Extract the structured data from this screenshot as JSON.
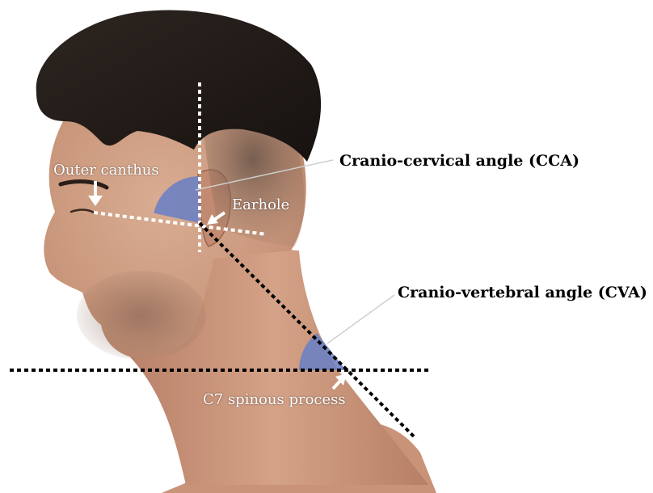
{
  "labels": {
    "outer_canthus": "Outer canthus",
    "earhole": "Earhole",
    "cca": "Cranio-cervical angle (CCA)",
    "cva": "Cranio-vertebral angle (CVA)",
    "c7": "C7 spinous process"
  },
  "colors": {
    "angle_fill": "#6b7fc4",
    "guide_white": "#ffffff",
    "guide_black": "#000000",
    "leader_line": "#cfcfcf"
  }
}
